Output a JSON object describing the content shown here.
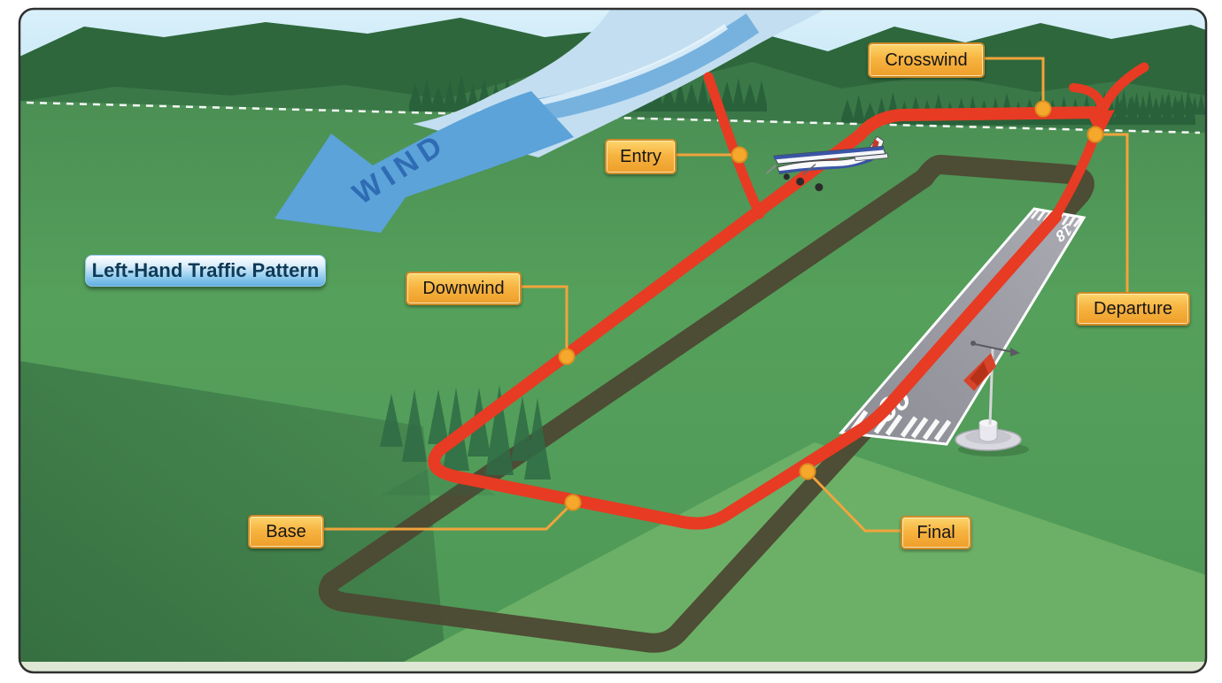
{
  "diagram": {
    "title": "Left-Hand Traffic Pattern",
    "wind_label": "WIND",
    "runway": {
      "near_number": "36",
      "far_number": "18"
    },
    "leg_labels": {
      "crosswind": "Crosswind",
      "entry": "Entry",
      "downwind": "Downwind",
      "departure": "Departure",
      "base": "Base",
      "final": "Final"
    },
    "colors": {
      "pattern_red": "#e73b23",
      "ground_track_shadow": "#4d4933",
      "label_orange_top": "#fcd56c",
      "label_orange_bottom": "#ee9e2a",
      "label_border": "#cf8b25",
      "connector_orange": "#f1a43c",
      "wind_arrow_blue": "#5ba3d9",
      "wind_text_blue": "#2f6cb3",
      "title_badge_blue": "#62afe0",
      "title_text": "#0e3a57",
      "field_green": "#55a05b",
      "sky_blue": "#c7e7f5",
      "runway_gray": "#9a9aa2"
    }
  }
}
